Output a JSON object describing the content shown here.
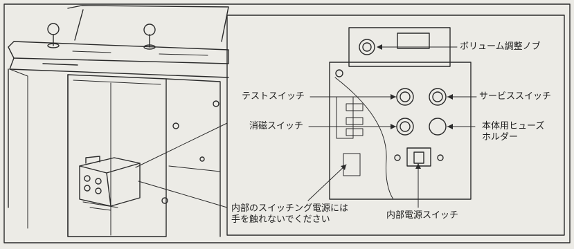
{
  "labels": {
    "volume": "ボリューム調整ノブ",
    "test_switch": "テストスイッチ",
    "service_switch": "サービススイッチ",
    "degauss_switch": "消磁スイッチ",
    "fuse_holder_line1": "本体用ヒューズ",
    "fuse_holder_line2": "ホルダー",
    "psu_warning_line1": "内部のスイッチング電源には",
    "psu_warning_line2": "手を触れないでください",
    "internal_power_switch": "内部電源スイッチ"
  }
}
